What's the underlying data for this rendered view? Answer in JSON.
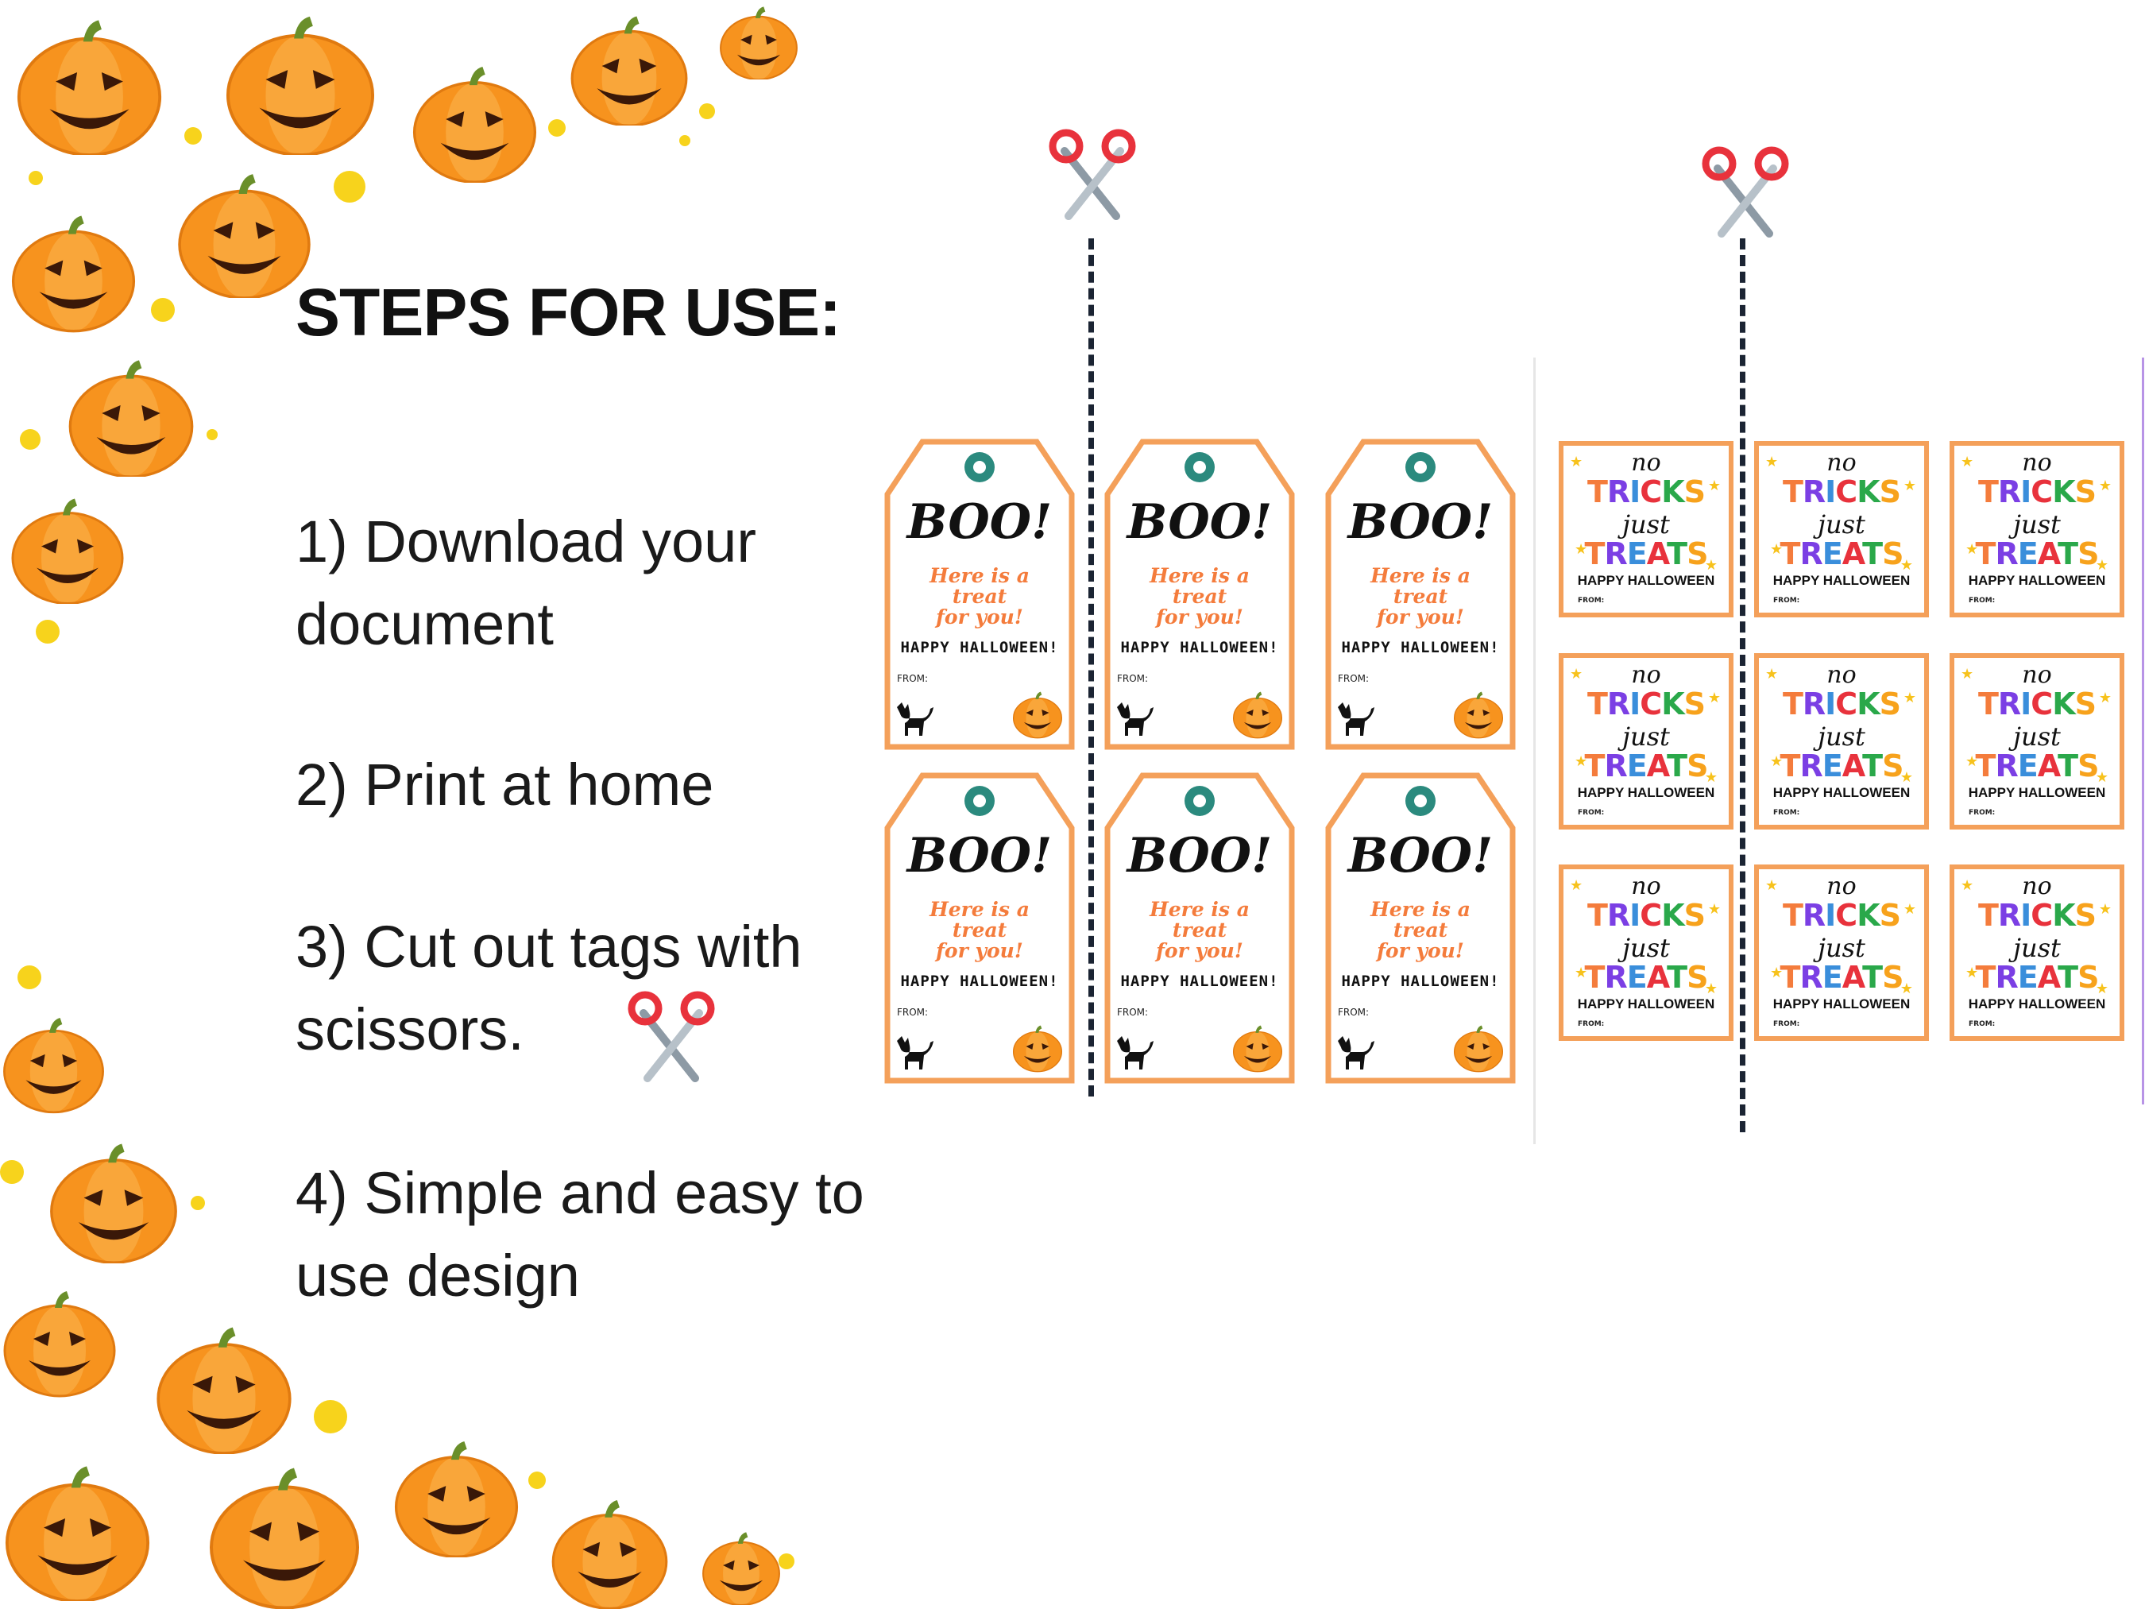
{
  "steps": {
    "title": "STEPS FOR USE:",
    "items": [
      "1) Download your document",
      "2) Print at home",
      "3) Cut out tags with scissors.",
      "4) Simple and easy to use design"
    ]
  },
  "boo_tag": {
    "title": "BOO!",
    "subtitle_line1": "Here is a",
    "subtitle_line2": "treat",
    "subtitle_line3": "for you!",
    "greeting": "HAPPY HALLOWEEN!",
    "from_label": "FROM:"
  },
  "trick_tag": {
    "no": "no",
    "tricks": "TRICKS",
    "just": "just",
    "treats": "TREATS",
    "greeting": "HAPPY HALLOWEEN",
    "from_label": "FROM:"
  },
  "colors": {
    "tag_orange": "#f47c3c",
    "pumpkin_orange": "#f7931e",
    "dot_yellow": "#f7d31c",
    "cut_line": "#1b2433",
    "scissors_red": "#e8323c"
  },
  "icons": [
    "pumpkin-icon",
    "scissors-icon",
    "cat-icon",
    "star-icon"
  ]
}
